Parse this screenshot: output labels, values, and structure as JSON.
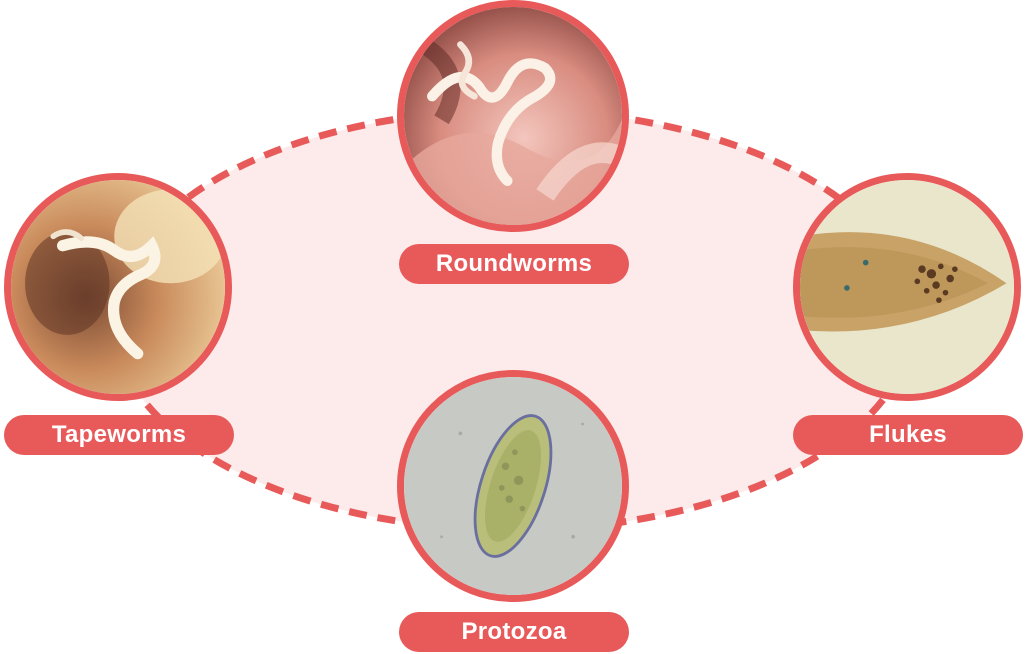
{
  "diagram": {
    "accent_color": "#e85a5a",
    "fill_color": "#fdeaea",
    "nodes": [
      {
        "id": "roundworms",
        "label": "Roundworms",
        "image": "roundworm-micrograph"
      },
      {
        "id": "tapeworms",
        "label": "Tapeworms",
        "image": "tapeworm-micrograph"
      },
      {
        "id": "flukes",
        "label": "Flukes",
        "image": "fluke-micrograph"
      },
      {
        "id": "protozoa",
        "label": "Protozoa",
        "image": "protozoa-micrograph"
      }
    ]
  }
}
